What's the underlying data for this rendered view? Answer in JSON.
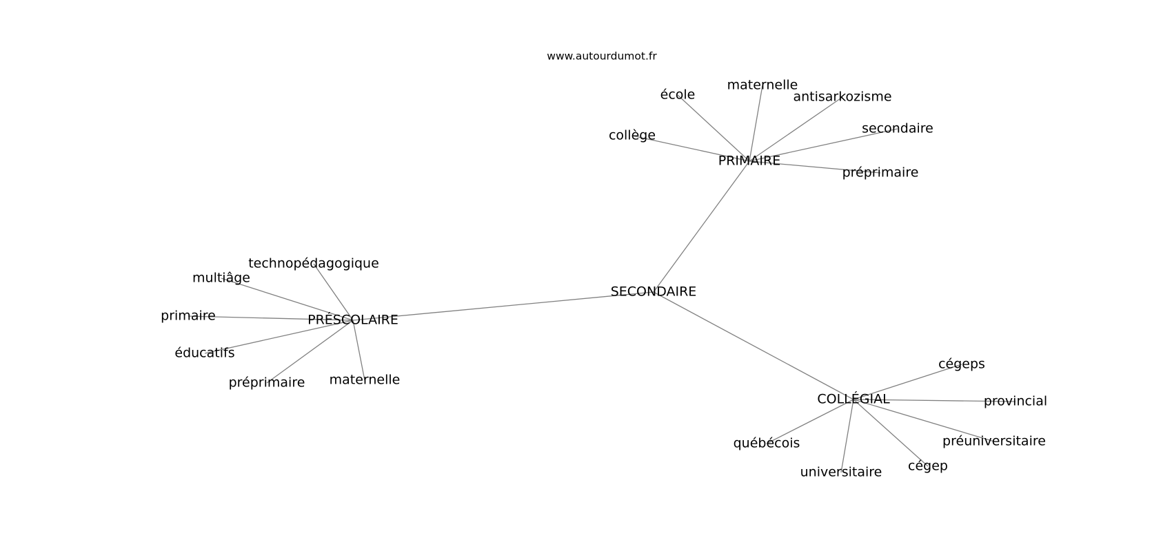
{
  "watermark": "www.autourdumot.fr",
  "graph": {
    "hubs": [
      {
        "id": "secondaire_hub",
        "label": "SECONDAIRE"
      },
      {
        "id": "primaire_hub",
        "label": "PRIMAIRE"
      },
      {
        "id": "prescolaire_hub",
        "label": "PRÉSCOLAIRE"
      },
      {
        "id": "collegial_hub",
        "label": "COLLÉGIAL"
      }
    ],
    "leaves": [
      {
        "id": "ecole",
        "label": "école",
        "hub": "primaire_hub"
      },
      {
        "id": "maternelle_p",
        "label": "maternelle",
        "hub": "primaire_hub"
      },
      {
        "id": "antisarkozisme",
        "label": "antisarkozisme",
        "hub": "primaire_hub"
      },
      {
        "id": "secondaire_leaf",
        "label": "secondaire",
        "hub": "primaire_hub"
      },
      {
        "id": "college",
        "label": "collège",
        "hub": "primaire_hub"
      },
      {
        "id": "preprimaire_p",
        "label": "préprimaire",
        "hub": "primaire_hub"
      },
      {
        "id": "technopedagogique",
        "label": "technopédagogique",
        "hub": "prescolaire_hub"
      },
      {
        "id": "multiage",
        "label": "multiâge",
        "hub": "prescolaire_hub"
      },
      {
        "id": "primaire_leaf",
        "label": "primaire",
        "hub": "prescolaire_hub"
      },
      {
        "id": "educatifs",
        "label": "éducatifs",
        "hub": "prescolaire_hub"
      },
      {
        "id": "preprimaire_s",
        "label": "préprimaire",
        "hub": "prescolaire_hub"
      },
      {
        "id": "maternelle_s",
        "label": "maternelle",
        "hub": "prescolaire_hub"
      },
      {
        "id": "cegeps",
        "label": "cégeps",
        "hub": "collegial_hub"
      },
      {
        "id": "provincial",
        "label": "provincial",
        "hub": "collegial_hub"
      },
      {
        "id": "preuniversitaire",
        "label": "préuniversitaire",
        "hub": "collegial_hub"
      },
      {
        "id": "cegep",
        "label": "cégep",
        "hub": "collegial_hub"
      },
      {
        "id": "universitaire",
        "label": "universitaire",
        "hub": "collegial_hub"
      },
      {
        "id": "quebecois",
        "label": "québécois",
        "hub": "collegial_hub"
      }
    ],
    "hub_links": [
      {
        "from": "secondaire_hub",
        "to": "primaire_hub"
      },
      {
        "from": "secondaire_hub",
        "to": "prescolaire_hub"
      },
      {
        "from": "secondaire_hub",
        "to": "collegial_hub"
      }
    ]
  }
}
